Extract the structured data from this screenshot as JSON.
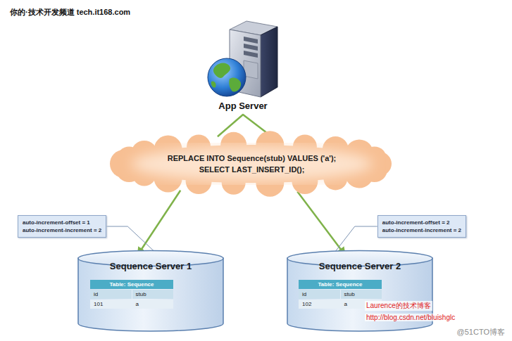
{
  "diagram": {
    "nodes": [
      {
        "text": [
          "App Server"
        ]
      },
      {
        "text": [
          "REPLACE INTO Sequence(stub) VALUES ('a');",
          "SELECT LAST_INSERT_ID();"
        ]
      },
      {
        "text": [
          "auto-increment-offset = 1",
          "auto-increment-increment = 2"
        ]
      },
      {
        "text": [
          "auto-increment-offset = 2",
          "auto-increment-increment = 2"
        ]
      },
      {
        "text": [
          "Sequence Server 1"
        ]
      },
      {
        "text": [
          "Table: Sequence",
          "id",
          "stub",
          "101",
          "a"
        ],
        "in": 4
      },
      {
        "text": [
          "Sequence Server 2"
        ]
      },
      {
        "text": [
          "Table: Sequence",
          "id",
          "stub",
          "102",
          "a"
        ],
        "in": 6
      }
    ],
    "edges": [
      {
        "from": 0,
        "to": 1,
        "arrow": "none"
      },
      {
        "from": 1,
        "to": 4,
        "arrow": "to"
      },
      {
        "from": 1,
        "to": 6,
        "arrow": "to"
      },
      {
        "from": 2,
        "to": 4,
        "arrow": "none"
      },
      {
        "from": 3,
        "to": 6,
        "arrow": "none"
      }
    ],
    "labels": [
      "你的·技术开发频道 tech.it168.com",
      "Laurence的技术博客",
      "http://blog.csdn.net/bluishglc",
      "@51CTO博客"
    ]
  }
}
